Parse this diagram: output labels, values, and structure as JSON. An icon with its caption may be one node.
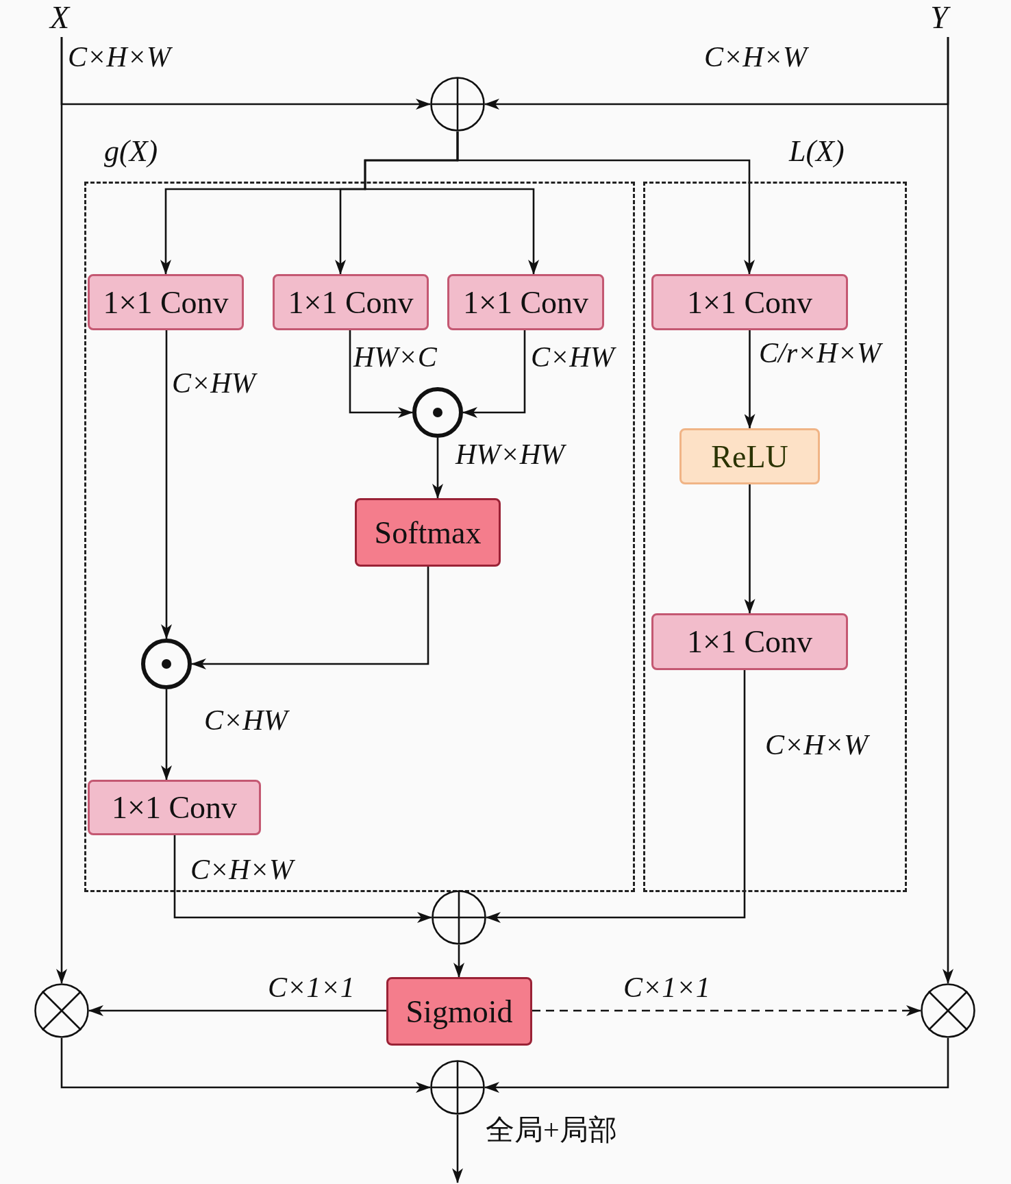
{
  "diagram": {
    "nodes": [
      {
        "text": [
          "X"
        ]
      },
      {
        "text": [
          "Y"
        ]
      },
      {
        "text": [],
        "shape": "circle"
      },
      {
        "text": [
          "g(X)"
        ]
      },
      {
        "text": [
          "L(X)"
        ]
      },
      {
        "text": [
          "1×1 Conv"
        ],
        "in": 3
      },
      {
        "text": [
          "1×1 Conv"
        ],
        "in": 3
      },
      {
        "text": [
          "1×1 Conv"
        ],
        "in": 3
      },
      {
        "text": [
          "1×1 Conv"
        ],
        "in": 4
      },
      {
        "text": [],
        "shape": "circle",
        "in": 3
      },
      {
        "text": [
          "Softmax"
        ],
        "in": 3
      },
      {
        "text": [],
        "shape": "circle",
        "in": 3
      },
      {
        "text": [
          "1×1 Conv"
        ],
        "in": 3
      },
      {
        "text": [
          "ReLU"
        ],
        "in": 4
      },
      {
        "text": [
          "1×1 Conv"
        ],
        "in": 4
      },
      {
        "text": [],
        "shape": "circle"
      },
      {
        "text": [
          "Sigmoid"
        ]
      },
      {
        "text": [],
        "shape": "circle"
      },
      {
        "text": [],
        "shape": "circle"
      },
      {
        "text": [],
        "shape": "circle"
      }
    ],
    "edges": [
      {
        "from": 0,
        "to": 2,
        "arrow": "to"
      },
      {
        "from": 0,
        "to": 17,
        "arrow": "to"
      },
      {
        "from": 1,
        "to": 2,
        "arrow": "to"
      },
      {
        "from": 1,
        "to": 18,
        "arrow": "to"
      },
      {
        "from": 2,
        "to": 5,
        "arrow": "to"
      },
      {
        "from": 2,
        "to": 6,
        "arrow": "to"
      },
      {
        "from": 2,
        "to": 7,
        "arrow": "to"
      },
      {
        "from": 2,
        "to": 8,
        "arrow": "to"
      },
      {
        "from": 5,
        "to": 11,
        "arrow": "to",
        "label": "C×HW"
      },
      {
        "from": 6,
        "to": 9,
        "arrow": "to",
        "label": "HW×C"
      },
      {
        "from": 7,
        "to": 9,
        "arrow": "to",
        "label": "C×HW"
      },
      {
        "from": 9,
        "to": 10,
        "arrow": "to",
        "label": "HW×HW"
      },
      {
        "from": 10,
        "to": 11,
        "arrow": "to"
      },
      {
        "from": 11,
        "to": 12,
        "arrow": "to",
        "label": "C×HW"
      },
      {
        "from": 12,
        "to": 15,
        "arrow": "to",
        "label": "C×H×W"
      },
      {
        "from": 8,
        "to": 13,
        "arrow": "to",
        "label": "C/r×H×W"
      },
      {
        "from": 13,
        "to": 14,
        "arrow": "to"
      },
      {
        "from": 14,
        "to": 15,
        "arrow": "to",
        "label": "C×H×W"
      },
      {
        "from": 15,
        "to": 16,
        "arrow": "to"
      },
      {
        "from": 16,
        "to": 17,
        "arrow": "to",
        "label": "C×1×1"
      },
      {
        "from": 16,
        "to": 18,
        "arrow": "to",
        "label": "C×1×1",
        "style": "dashed"
      },
      {
        "from": 17,
        "to": 19,
        "arrow": "to"
      },
      {
        "from": 18,
        "to": 19,
        "arrow": "to"
      },
      {
        "from": 19,
        "to": null,
        "arrow": "to",
        "label": "全局+局部"
      }
    ],
    "labels": [
      "C×H×W",
      "C×H×W"
    ]
  }
}
